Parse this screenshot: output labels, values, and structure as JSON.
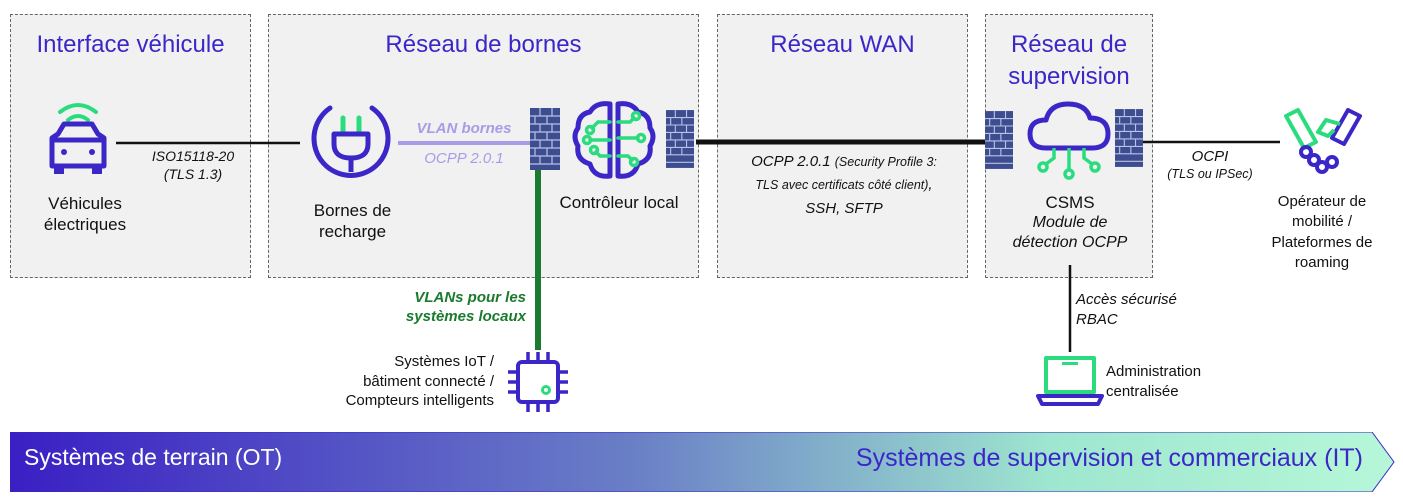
{
  "zones": {
    "vehicle_interface": "Interface véhicule",
    "charger_network": "Réseau de bornes",
    "wan_network": "Réseau WAN",
    "supervision_network_line1": "Réseau de",
    "supervision_network_line2": "supervision"
  },
  "nodes": {
    "ev_line1": "Véhicules",
    "ev_line2": "électriques",
    "charger_line1": "Bornes de",
    "charger_line2": "recharge",
    "local_controller": "Contrôleur local",
    "csms": "CSMS",
    "detection_line1": "Module de",
    "detection_line2": "détection OCPP",
    "iot_line1": "Systèmes IoT /",
    "iot_line2": "bâtiment connecté /",
    "iot_line3": "Compteurs intelligents",
    "admin_line1": "Administration",
    "admin_line2": "centralisée",
    "operator_line1": "Opérateur de",
    "operator_line2": "mobilité /",
    "operator_line3": "Plateformes de",
    "operator_line4": "roaming"
  },
  "links": {
    "iso_line1": "ISO15118-20",
    "iso_line2": "(TLS 1.3)",
    "vlan_bornes": "VLAN bornes",
    "ocpp_local": "OCPP 2.0.1",
    "wan_ocpp": "OCPP 2.0.1",
    "wan_profile": "(Security Profile 3:",
    "wan_tls": "TLS avec certificats côté client)",
    "wan_comma": ",",
    "wan_ssh": "SSH, SFTP",
    "ocpi": "OCPI",
    "ocpi_sec": "(TLS ou IPSec)",
    "vlans_local_line1": "VLANs pour les",
    "vlans_local_line2": "systèmes locaux",
    "admin_access_line1": "Accès sécurisé",
    "admin_access_line2": "RBAC"
  },
  "banner": {
    "left": "Systèmes de terrain (OT)",
    "right": "Systèmes de supervision et commerciaux (IT)"
  },
  "colors": {
    "accent_purple": "#3b27c8",
    "vlan_purple": "#a99be6",
    "vlan_green": "#1a7a2e",
    "icon_green": "#2bdc7f",
    "firewall_blue": "#3d4d8f"
  }
}
